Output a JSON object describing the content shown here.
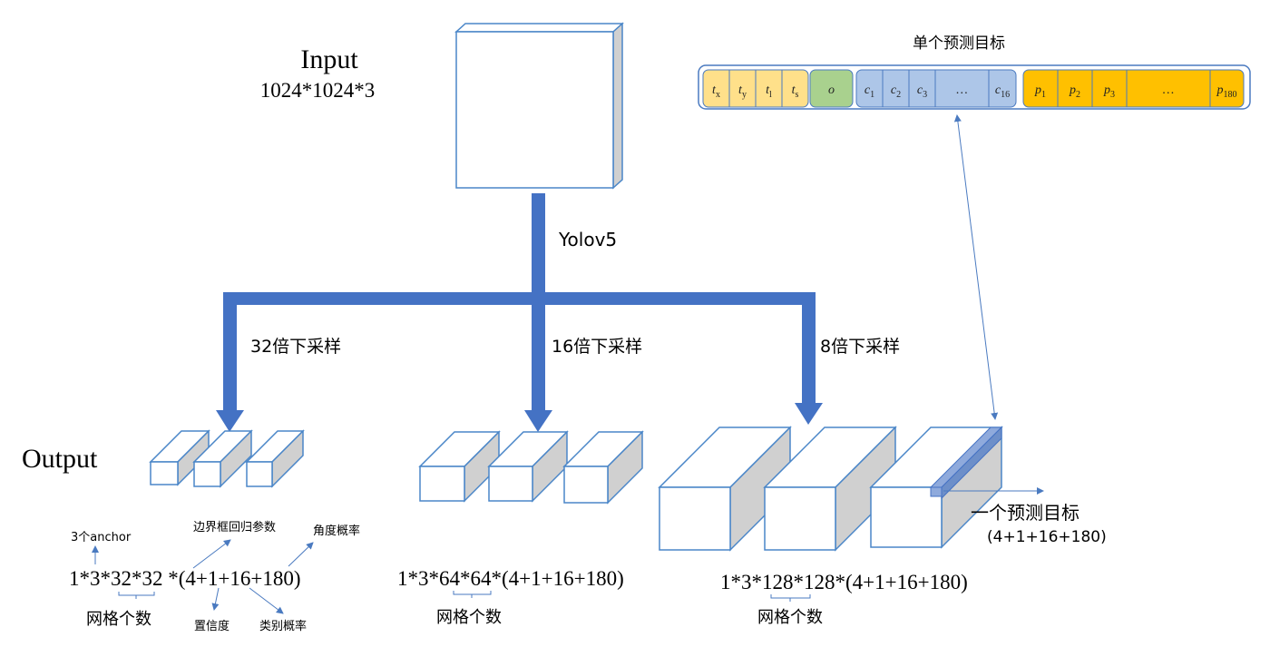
{
  "input": {
    "title": "Input",
    "dims": "1024*1024*3"
  },
  "backbone": {
    "label": "Yolov5"
  },
  "branches": [
    {
      "downsample_label": "32倍下采样",
      "formula": "1*3*32*32 *(4+1+16+180)",
      "grid_label": "网格个数"
    },
    {
      "downsample_label": "16倍下采样",
      "formula": "1*3*64*64*(4+1+16+180)",
      "grid_label": "网格个数"
    },
    {
      "downsample_label": "8倍下采样",
      "formula": "1*3*128*128*(4+1+16+180)",
      "grid_label": "网格个数"
    }
  ],
  "output": {
    "label": "Output"
  },
  "annotations": {
    "anchor": "3个anchor",
    "bbox": "边界框回归参数",
    "angle": "角度概率",
    "conf": "置信度",
    "cls": "类别概率"
  },
  "prediction": {
    "title": "单个预测目标",
    "callout": "一个预测目标",
    "callout_sum": "(4+1+16+180)",
    "groups": [
      {
        "color": "#ffe08a",
        "cells": [
          {
            "base": "t",
            "sub": "x"
          },
          {
            "base": "t",
            "sub": "y"
          },
          {
            "base": "t",
            "sub": "l"
          },
          {
            "base": "t",
            "sub": "s"
          }
        ]
      },
      {
        "color": "#a9d18e",
        "cells": [
          {
            "base": "o",
            "sub": ""
          }
        ]
      },
      {
        "color": "#adc6e8",
        "cells": [
          {
            "base": "c",
            "sub": "1"
          },
          {
            "base": "c",
            "sub": "2"
          },
          {
            "base": "c",
            "sub": "3"
          },
          {
            "base": "…",
            "sub": ""
          },
          {
            "base": "c",
            "sub": "16"
          }
        ]
      },
      {
        "color": "#ffc000",
        "cells": [
          {
            "base": "p",
            "sub": "1"
          },
          {
            "base": "p",
            "sub": "2"
          },
          {
            "base": "p",
            "sub": "3"
          },
          {
            "base": "…",
            "sub": ""
          },
          {
            "base": "p",
            "sub": "180"
          }
        ]
      }
    ]
  },
  "colors": {
    "arrow": "#4472c4",
    "line": "#4a86c8",
    "highlight": "#8faadc"
  }
}
